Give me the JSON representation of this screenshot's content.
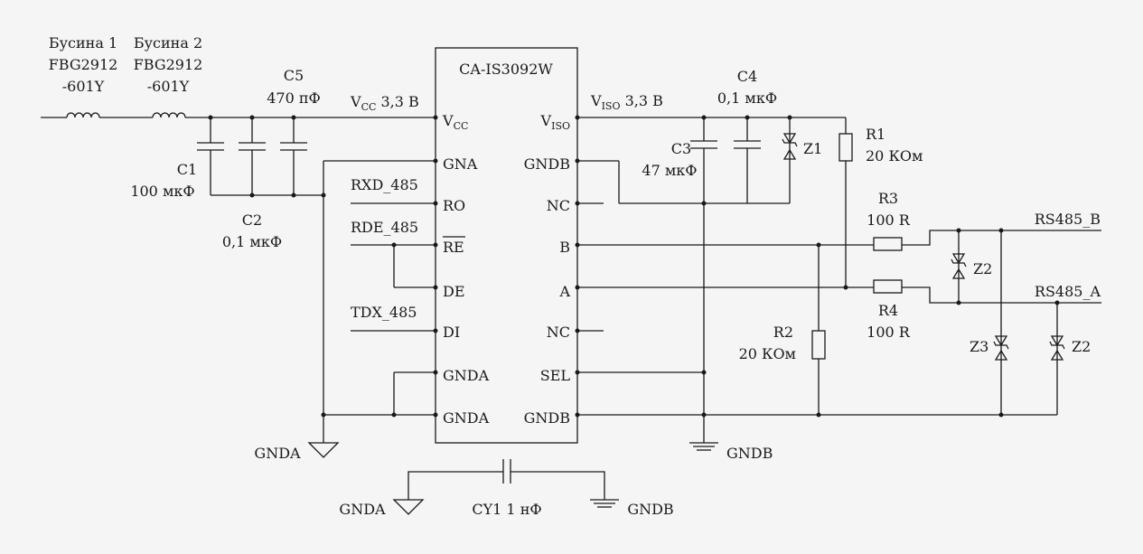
{
  "chip": {
    "name": "CA-IS3092W",
    "left_pins": [
      "V",
      "GNA",
      "RO",
      "RE",
      "DE",
      "DI",
      "GNDA",
      "GNDA"
    ],
    "vcc_sub": "CC",
    "right_pins": [
      "V",
      "GNDB",
      "NC",
      "B",
      "A",
      "NC",
      "SEL",
      "GNDB"
    ],
    "viso_sub": "ISO"
  },
  "beads": [
    {
      "name": "Бусина 1",
      "part": "FBG2912",
      "suffix": "-601Y"
    },
    {
      "name": "Бусина 2",
      "part": "FBG2912",
      "suffix": "-601Y"
    }
  ],
  "caps": {
    "c1": {
      "ref": "C1",
      "value": "100 мкФ"
    },
    "c2": {
      "ref": "C2",
      "value": "0,1 мкФ"
    },
    "c5": {
      "ref": "C5",
      "value": "470 пФ"
    },
    "c3": {
      "ref": "C3",
      "value": "47 мкФ"
    },
    "c4": {
      "ref": "C4",
      "value": "0,1 мкФ"
    },
    "cy1": "CY1 1 нФ"
  },
  "rails": {
    "vcc_v": "V",
    "vcc_sub": "CC",
    "vcc_val": "3,3 В",
    "viso_v": "V",
    "viso_sub": "ISO",
    "viso_val": "3,3 В"
  },
  "signals": {
    "rxd": "RXD_485",
    "rde": "RDE_485",
    "tdx": "TDX_485",
    "rs485b": "RS485_B",
    "rs485a": "RS485_A"
  },
  "resistors": {
    "r1": {
      "ref": "R1",
      "value": "20 КОм"
    },
    "r2": {
      "ref": "R2",
      "value": "20 КОм"
    },
    "r3": {
      "ref": "R3",
      "value": "100 R"
    },
    "r4": {
      "ref": "R4",
      "value": "100 R"
    }
  },
  "diodes": {
    "z1": "Z1",
    "z2a": "Z2",
    "z2b": "Z2",
    "z3": "Z3"
  },
  "grounds": {
    "gnda1": "GNDA",
    "gndb1": "GNDB",
    "gnda2": "GNDA",
    "gndb2": "GNDB"
  }
}
